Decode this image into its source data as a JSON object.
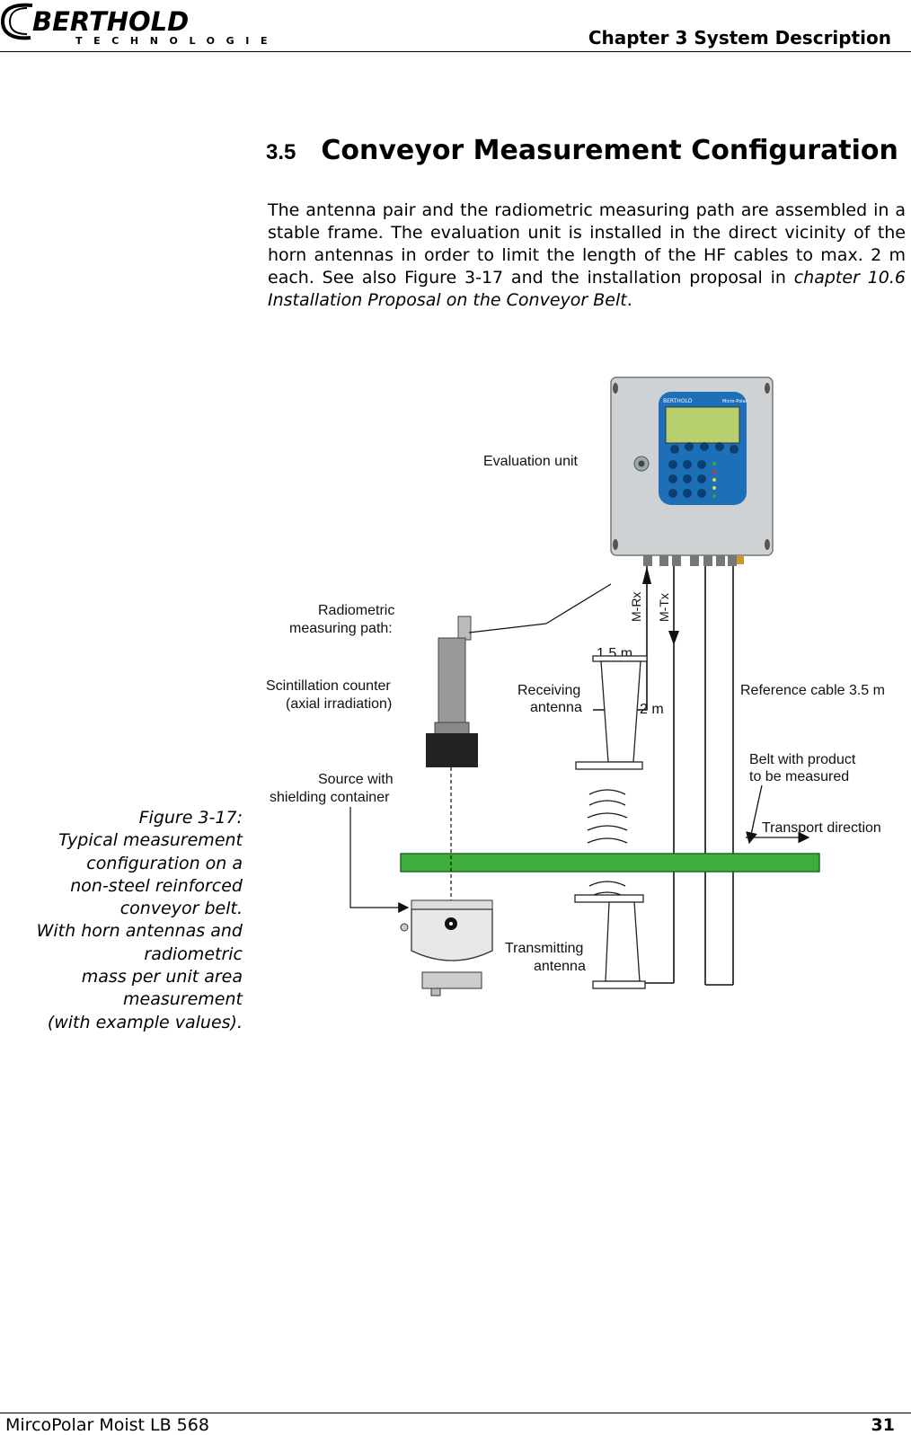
{
  "header": {
    "logo_name": "BERTHOLD",
    "logo_sub": "TECHNOLOGIES",
    "chapter": "Chapter 3 System Description"
  },
  "section": {
    "number": "3.5",
    "title": "Conveyor Measurement Configuration"
  },
  "body": {
    "text_start": "The antenna pair and the radiometric measuring path are assembled in a stable frame. The evaluation unit is installed in the direct vicinity of the horn antennas in order to limit the length of the HF cables to max. 2 m each. See also Figure 3-17 and the installation proposal in ",
    "text_ref": "chapter 10.6 Installation Proposal on the Conveyor Belt",
    "text_end": "."
  },
  "caption": {
    "lines": [
      "Figure 3-17:",
      "Typical measurement",
      "configuration on a",
      "non-steel reinforced",
      "conveyor belt.",
      "With horn antennas and",
      "radiometric",
      "mass per unit area",
      "measurement",
      "(with example values)."
    ]
  },
  "figure": {
    "labels": {
      "evaluation_unit": "Evaluation unit",
      "device_brand": "BERTHOLD",
      "device_model": "Micro-Polar",
      "radiometric_1": "Radiometric",
      "radiometric_2": "measuring path:",
      "scint_1": "Scintillation counter",
      "scint_2": "(axial irradiation)",
      "source_1": "Source with",
      "source_2": "shielding container",
      "m_rx": "M-Rx",
      "m_tx": "M-Tx",
      "len_15": "1.5 m",
      "len_2": "2 m",
      "recv_1": "Receiving",
      "recv_2": "antenna",
      "ref_cable": "Reference cable 3.5 m",
      "belt_1": "Belt with product",
      "belt_2": "to be measured",
      "transport": "Transport direction",
      "trans_1": "Transmitting",
      "trans_2": "antenna"
    },
    "colors": {
      "belt": "#3dae3d",
      "device_panel": "#1d6fb8",
      "device_body": "#cfd2d4",
      "display": "#b7cf6c"
    }
  },
  "footer": {
    "left": "MircoPolar Moist LB 568",
    "page": "31"
  }
}
